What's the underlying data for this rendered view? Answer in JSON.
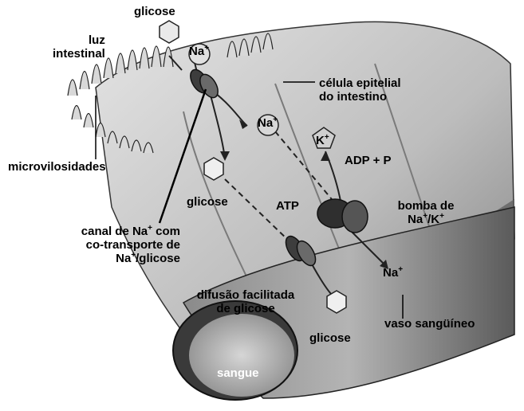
{
  "labels": {
    "glucose_top": "glicose",
    "lumen": "luz\nintestinal",
    "na_top": "Na",
    "epithelial_cell": "célula epitelial\ndo intestino",
    "na_mid": "Na",
    "k": "K",
    "adp_p": "ADP + P",
    "microvilli": "microvilosidades",
    "glucose_mid": "glicose",
    "atp": "ATP",
    "pump_line1": "bomba de",
    "pump_line2_na": "Na",
    "pump_line2_k": "/K",
    "cotransport_line1_a": "canal de Na",
    "cotransport_line1_b": " com",
    "cotransport_line2": "co-transporte de",
    "cotransport_line3_a": "Na",
    "cotransport_line3_b": "/glicose",
    "na_right": "Na",
    "facilitated_diffusion": "difusão facilitada\nde glicose",
    "blood_vessel": "vaso sangüíneo",
    "glucose_bottom": "glicose",
    "blood": "sangue",
    "plus": "+"
  },
  "colors": {
    "background": "#ffffff",
    "cell": "#c9c9c9",
    "cell_dark": "#6e6e6e",
    "vessel": "#9a9a9a",
    "text": "#000000"
  }
}
